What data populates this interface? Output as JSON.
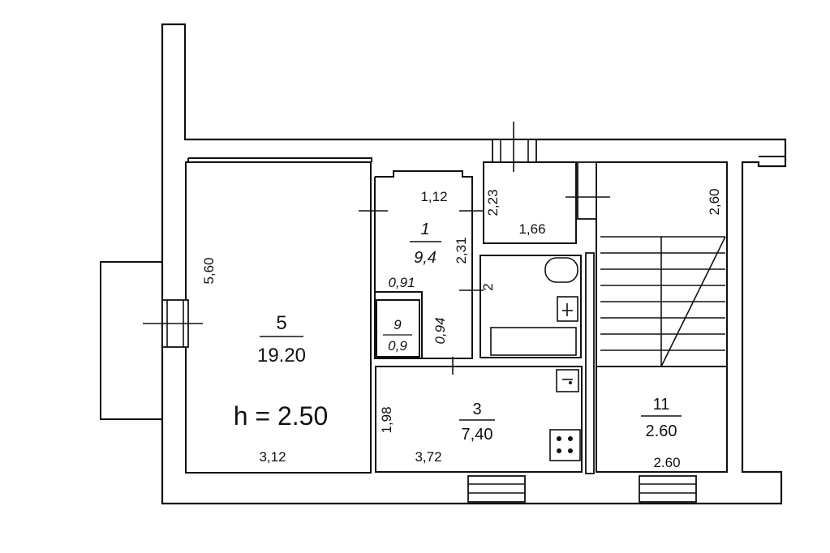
{
  "rooms": [
    {
      "id": "5",
      "number": "5",
      "area": "19.20"
    },
    {
      "id": "1",
      "number": "1",
      "area": "9,4"
    },
    {
      "id": "9",
      "number": "9",
      "area": "0,9"
    },
    {
      "id": "3",
      "number": "3",
      "area": "7,40"
    },
    {
      "id": "11",
      "number": "11",
      "area": "2.60"
    }
  ],
  "ceiling_height": "h = 2.50",
  "dimensions": {
    "room5_height": "5,60",
    "room5_width": "3,12",
    "hall_top": "1,12",
    "hall_side": "2,31",
    "hall_pantry_edge": "0,91",
    "pantry_side": "0,94",
    "toilet_side": "2,23",
    "toilet_width": "1,66",
    "bath_side": "2",
    "kitchen_side": "1,98",
    "kitchen_width": "3,72",
    "stair_side": "2,60",
    "room11_width": "2.60"
  }
}
